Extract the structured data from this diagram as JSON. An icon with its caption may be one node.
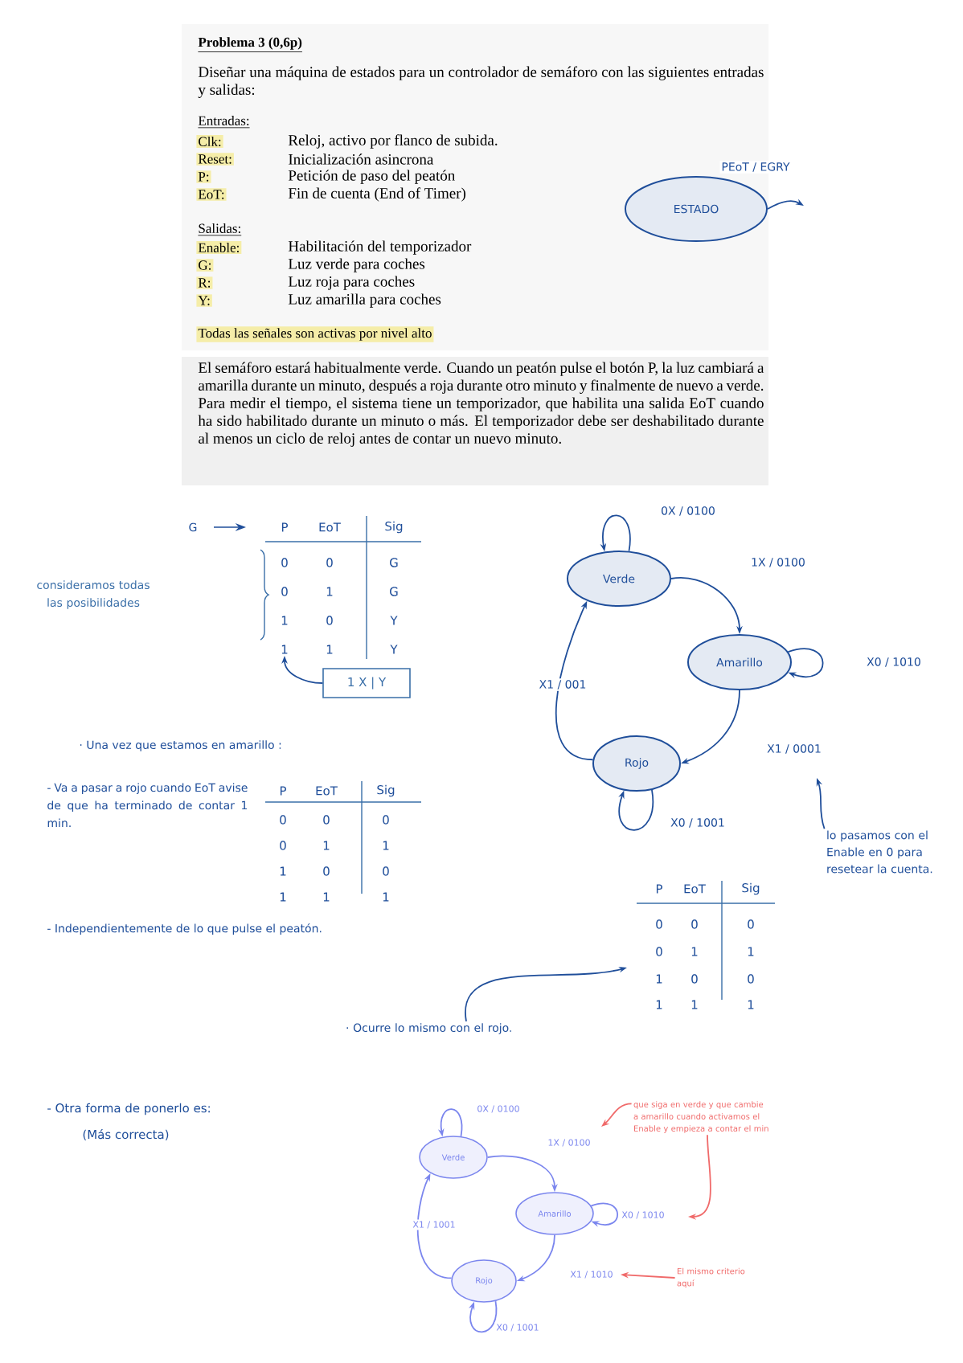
{
  "diagram": {
    "nodes": [
      {
        "text": [
          "ESTADO"
        ]
      },
      {
        "text": [
          "Verde"
        ]
      },
      {
        "text": [
          "Amarillo"
        ]
      },
      {
        "text": [
          "Rojo"
        ]
      },
      {
        "text": [
          "1 X | Y"
        ]
      },
      {
        "text": [
          "lo pasamos con el Enable en 0 para resetear la cuenta."
        ]
      },
      {
        "text": [
          "· Ocurre lo mismo con el rojo."
        ]
      },
      {
        "text": [
          "Verde"
        ]
      },
      {
        "text": [
          "Amarillo"
        ]
      },
      {
        "text": [
          "Rojo"
        ]
      },
      {
        "text": [
          "que siga en verde y que cambie a amarillo cuando activamos el Enable y empieza a contar el min"
        ]
      },
      {
        "text": [
          "El mismo criterio aquí"
        ]
      },
      {
        "text": [
          "1"
        ]
      }
    ],
    "edges": [
      {
        "from": 0,
        "to": null,
        "arrow": "to",
        "label": "PEoT / EGRY"
      },
      {
        "from": 1,
        "to": 1,
        "arrow": "to",
        "label": "0X / 0100"
      },
      {
        "from": 1,
        "to": 2,
        "arrow": "to",
        "label": "1X / 0100"
      },
      {
        "from": 2,
        "to": 2,
        "arrow": "to",
        "label": "X0 / 1010"
      },
      {
        "from": 2,
        "to": 3,
        "arrow": "to",
        "label": "X1 / 0001"
      },
      {
        "from": 3,
        "to": 3,
        "arrow": "to",
        "label": "X0 / 1001"
      },
      {
        "from": 3,
        "to": 1,
        "arrow": "to",
        "label": "X1 / 001"
      },
      {
        "from": 4,
        "to": 12,
        "arrow": "to"
      },
      {
        "from": 5,
        "to": null,
        "arrow": "to"
      },
      {
        "from": 6,
        "to": null,
        "arrow": "to"
      },
      {
        "from": 7,
        "to": 7,
        "arrow": "to",
        "label": "0X / 0100",
        "color": "#7b86ee"
      },
      {
        "from": 7,
        "to": 8,
        "arrow": "to",
        "label": "1X / 0100",
        "color": "#7b86ee"
      },
      {
        "from": 8,
        "to": 8,
        "arrow": "to",
        "label": "X0 / 1010",
        "color": "#7b86ee"
      },
      {
        "from": 8,
        "to": 9,
        "arrow": "to",
        "label": "X1 / 1010",
        "color": "#7b86ee"
      },
      {
        "from": 9,
        "to": 9,
        "arrow": "to",
        "label": "X0 / 1001",
        "color": "#7b86ee"
      },
      {
        "from": 9,
        "to": 7,
        "arrow": "to",
        "label": "X1 / 1001",
        "color": "#7b86ee"
      },
      {
        "from": 10,
        "to": null,
        "arrow": "to",
        "color": "#f06a6a"
      },
      {
        "from": 10,
        "to": null,
        "arrow": "to",
        "color": "#f06a6a"
      },
      {
        "from": 11,
        "to": null,
        "arrow": "to",
        "color": "#f06a6a"
      }
    ],
    "labels": [
      "Problema 3 (0,6p)",
      "Diseñar una máquina de estados para un controlador de semáforo con las siguientes entradas y salidas:",
      "Entradas:",
      "Clk:",
      "Reloj, activo por flanco de subida.",
      "Reset:",
      "Inicialización asincrona",
      "P:",
      "Petición de paso del peatón",
      "EoT:",
      "Fin de cuenta (End of Timer)",
      "Salidas:",
      "Enable:",
      "Habilitación del temporizador",
      "G:",
      "Luz verde para coches",
      "R:",
      "Luz roja para coches",
      "Y:",
      "Luz amarilla para coches",
      "Todas las señales son activas por nivel alto",
      "El semáforo estará habitualmente verde. Cuando un peatón pulse el botón P, la luz cambiará a amarilla durante un minuto, después a roja durante otro minuto y finalmente de nuevo a verde. Para medir el tiempo, el sistema tiene un temporizador, que habilita una salida EoT cuando ha sido habilitado durante un minuto o más. El temporizador debe ser deshabilitado durante al menos un ciclo de reloj antes de contar un nuevo minuto.",
      "G",
      "consideramos todas las posibilidades",
      "P",
      "EoT",
      "Sig",
      "0",
      "0",
      "G",
      "0",
      "1",
      "G",
      "1",
      "0",
      "Y",
      "1",
      "Y",
      "· Una vez que estamos en amarillo :",
      "- Va a pasar a rojo cuando EoT avise de que ha terminado de contar 1 min.",
      "P",
      "EoT",
      "Sig",
      "0",
      "0",
      "0",
      "0",
      "1",
      "1",
      "1",
      "0",
      "0",
      "1",
      "1",
      "1",
      "- Independientemente de lo que pulse el peatón.",
      "P",
      "EoT",
      "Sig",
      "0",
      "0",
      "0",
      "0",
      "1",
      "1",
      "1",
      "0",
      "0",
      "1",
      "1",
      "1",
      "- Otra forma de ponerlo es:",
      "(Más correcta)"
    ]
  }
}
